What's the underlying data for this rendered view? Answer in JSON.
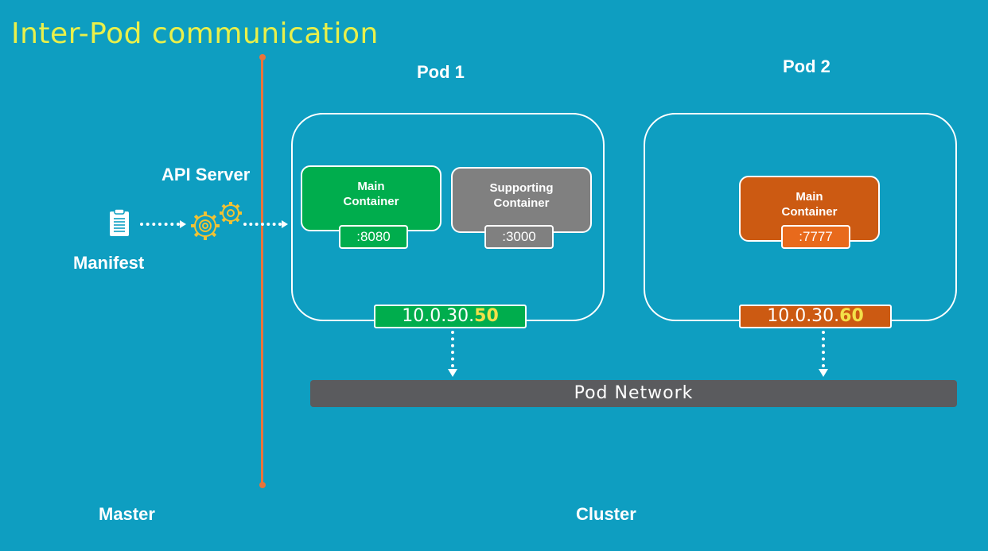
{
  "title": "Inter-Pod communication",
  "labels": {
    "api_server": "API Server",
    "manifest": "Manifest",
    "master": "Master",
    "cluster": "Cluster"
  },
  "pods": [
    {
      "name": "Pod 1",
      "ip_prefix": "10.0.30.",
      "ip_suffix": "50",
      "containers": [
        {
          "label_line1": "Main",
          "label_line2": "Container",
          "port": ":8080",
          "color": "#00ad4d"
        },
        {
          "label_line1": "Supporting",
          "label_line2": "Container",
          "port": ":3000",
          "color": "#808080"
        }
      ],
      "ip_color": "#00ad4d"
    },
    {
      "name": "Pod 2",
      "ip_prefix": "10.0.30.",
      "ip_suffix": "60",
      "containers": [
        {
          "label_line1": "Main",
          "label_line2": "Container",
          "port": ":7777",
          "color": "#cc5a12"
        }
      ],
      "ip_color": "#cc5a12"
    }
  ],
  "network": {
    "label": "Pod Network",
    "color": "#5a5b5e"
  },
  "colors": {
    "background": "#0e9ec1",
    "title": "#e9f04a",
    "divider": "#e8743b",
    "gear": "#f2c233",
    "ip_highlight": "#f3e04a"
  },
  "icons": {
    "manifest": "clipboard-icon",
    "api_server": "gears-icon"
  }
}
